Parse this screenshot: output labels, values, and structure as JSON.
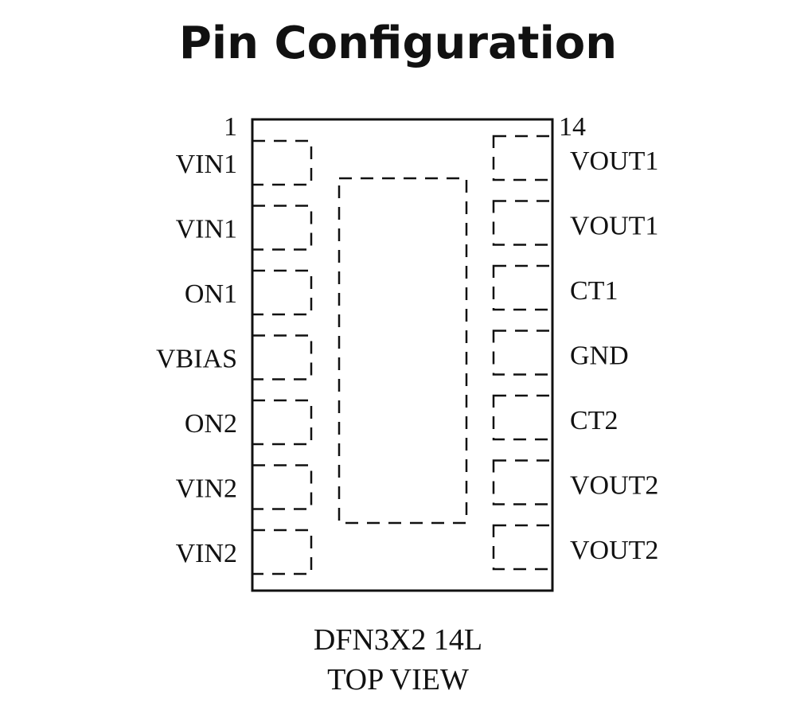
{
  "title": "Pin Configuration",
  "package": {
    "name": "DFN3X2 14L",
    "view": "TOP VIEW",
    "pin1_marker": "1",
    "pin14_marker": "14"
  },
  "pins_left": [
    "VIN1",
    "VIN1",
    "ON1",
    "VBIAS",
    "ON2",
    "VIN2",
    "VIN2"
  ],
  "pins_right": [
    "VOUT1",
    "VOUT1",
    "CT1",
    "GND",
    "CT2",
    "VOUT2",
    "VOUT2"
  ],
  "colors": {
    "line": "#111111",
    "background": "#ffffff"
  }
}
